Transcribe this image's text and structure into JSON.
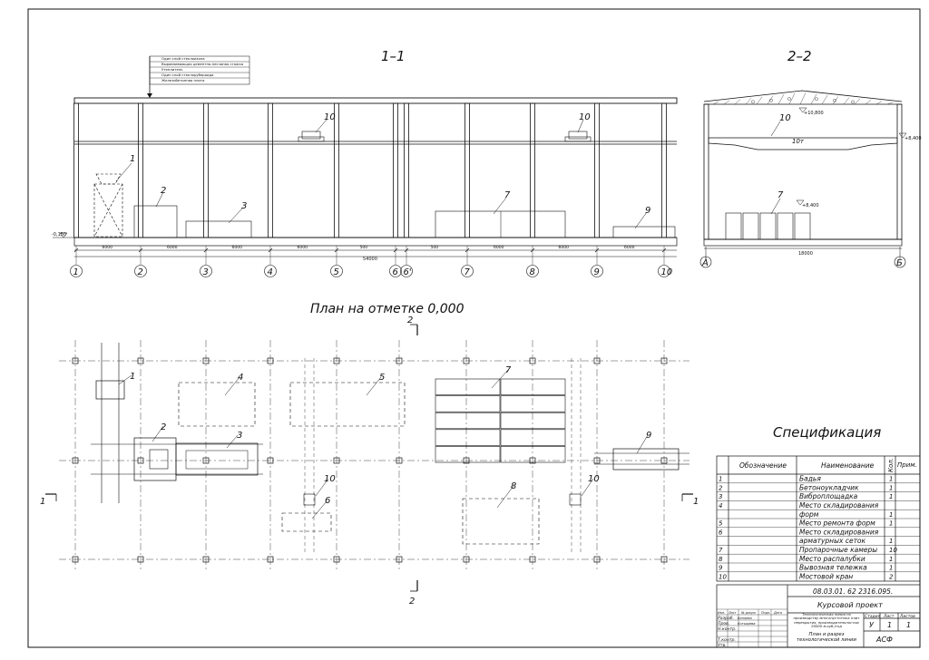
{
  "titles": {
    "section_1": "1–1",
    "section_2": "2–2",
    "plan": "План на отметке 0,000",
    "spec": "Спецификация"
  },
  "section_1": {
    "layers": [
      "Один слой стеклоизола",
      "Выравнивающая цементно-песчаная стяжка",
      "Утеплитель",
      "Один слой стеклорубероида",
      "Железобетонная плита"
    ],
    "level_left": "-0,150",
    "dims": [
      "6000",
      "6000",
      "6000",
      "6000",
      "500",
      "500",
      "6000",
      "6000",
      "6000"
    ],
    "total_dim": "54000",
    "axes": [
      "1",
      "2",
      "3",
      "4",
      "5",
      "6",
      "6'",
      "7",
      "8",
      "9",
      "10"
    ],
    "labels": {
      "n1": "1",
      "n2": "2",
      "n3": "3",
      "n7": "7",
      "n9": "9",
      "n10a": "10",
      "n10b": "10"
    }
  },
  "section_2": {
    "level_top": "+10,800",
    "level_crane": "+8,400",
    "level_chamber": "+8,400",
    "crane_label": "10т",
    "n10": "10",
    "n7": "7",
    "span": "18000",
    "axes": [
      "А",
      "Б"
    ]
  },
  "plan": {
    "cut_2": "2",
    "cut_1": "1",
    "labels": {
      "n1": "1",
      "n2": "2",
      "n3": "3",
      "n4": "4",
      "n5": "5",
      "n6": "6",
      "n7": "7",
      "n8": "8",
      "n9": "9",
      "n10a": "10",
      "n10b": "10"
    }
  },
  "spec": {
    "headers": {
      "pos": "",
      "oboz": "Обозначение",
      "name": "Наименование",
      "qty": "Кол.",
      "note": "Прим."
    },
    "rows": [
      {
        "pos": "1",
        "name": "Бадья",
        "qty": "1"
      },
      {
        "pos": "2",
        "name": "Бетоноукладчик",
        "qty": "1"
      },
      {
        "pos": "3",
        "name": "Виброплощадка",
        "qty": "1"
      },
      {
        "pos": "4",
        "name": "Место складирования",
        "qty": ""
      },
      {
        "pos": "",
        "name": "форм",
        "qty": "1"
      },
      {
        "pos": "5",
        "name": "Место ремонта форм",
        "qty": "1"
      },
      {
        "pos": "6",
        "name": "Место складирования",
        "qty": ""
      },
      {
        "pos": "",
        "name": "арматурных сеток",
        "qty": "1"
      },
      {
        "pos": "7",
        "name": "Пропарочные камеры",
        "qty": "10"
      },
      {
        "pos": "8",
        "name": "Место распалубки",
        "qty": "1"
      },
      {
        "pos": "9",
        "name": "Вывозная тележка",
        "qty": "1"
      },
      {
        "pos": "10",
        "name": "Мостовой кран",
        "qty": "2"
      }
    ]
  },
  "stamp": {
    "code": "08.03.01. 62 2316.095.",
    "project": "Курсовой проект",
    "subject": "Технологическая линия по производству многопустотных плит перекрытия, производительностью 20000 м.куб./год",
    "sheet_title": "План и разрез технологической линии",
    "org": "АСФ",
    "h_stage": "Стадия",
    "h_sheet": "Лист",
    "h_sheets": "Листов",
    "stage": "У",
    "sheet": "1",
    "sheets": "1",
    "roles": [
      "Изм.",
      "Лист",
      "№ докум",
      "Подп.",
      "Дата"
    ],
    "people": [
      "Разраб.",
      "Пров.",
      "Н.контр.",
      "Т.контр.",
      "Утв."
    ],
    "names": [
      "Беляева",
      "Котышева"
    ]
  }
}
